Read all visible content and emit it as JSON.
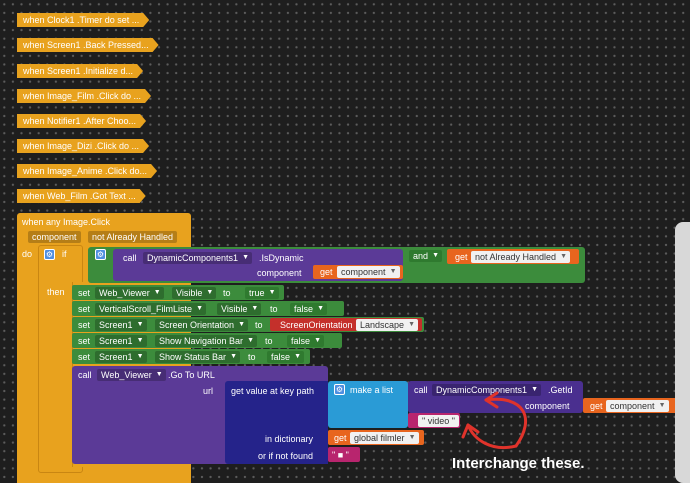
{
  "events": [
    "when  Clock1 .Timer do set ...",
    "when  Screen1 .Back Pressed...",
    "when  Screen1 .Initialize d...",
    "when  Image_Film .Click do ...",
    "when  Notifier1 .After Choo...",
    "when  Image_Dizi .Click do ...",
    "when  Image_Anime .Click do...",
    "when  Web_Film .Got Text ..."
  ],
  "any_event": {
    "title": "when any Image.Click",
    "param_component": "component",
    "param_handled": "not Already Handled",
    "do": "do",
    "if": "if",
    "then": "then"
  },
  "if_cond": {
    "call": "call",
    "component": "DynamicComponents1",
    "method": ".IsDynamic",
    "arg_label": "component",
    "get": "get",
    "get_var": "component",
    "and": "and",
    "get2": "get",
    "get2_var": "not Already Handled"
  },
  "sets": [
    {
      "set": "set",
      "comp": "Web_Viewer",
      "prop": "Visible",
      "to": "to",
      "value": "true",
      "value_type": "logic"
    },
    {
      "set": "set",
      "comp": "VerticalScroll_FilmListe",
      "prop": "Visible",
      "to": "to",
      "value": "false",
      "value_type": "logic"
    },
    {
      "set": "set",
      "comp": "Screen1",
      "prop": "Screen Orientation",
      "to": "to",
      "value_prefix": "ScreenOrientation",
      "value": "Landscape",
      "value_type": "helper"
    },
    {
      "set": "set",
      "comp": "Screen1",
      "prop": "Show Navigation Bar",
      "to": "to",
      "value": "false",
      "value_type": "logic"
    },
    {
      "set": "set",
      "comp": "Screen1",
      "prop": "Show Status Bar",
      "to": "to",
      "value": "false",
      "value_type": "logic"
    }
  ],
  "goto": {
    "call": "call",
    "component": "Web_Viewer",
    "method": ".Go To URL",
    "url_label": "url",
    "lookup": "get value at key path",
    "make_list": "make a list",
    "getid_call": "call",
    "getid_component": "DynamicComponents1",
    "getid_method": ".GetId",
    "getid_arg": "component",
    "getid_get": "get",
    "getid_get_var": "component",
    "video": "\" video \"",
    "in_dict": "in dictionary",
    "in_dict_get": "get",
    "in_dict_var": "global filmler",
    "not_found": "or if not found",
    "not_found_val": "\" ■ \""
  },
  "annotation": "Interchange these.",
  "icon_names": [
    "gear-icon",
    "dropdown-arrow-icon"
  ],
  "colors": {
    "event": "#e8a21e",
    "control": "#e8a21e",
    "component_green": "#3c8c3c",
    "method_purple": "#5b3a97",
    "call_purple": "#4a2f8f",
    "list_blue": "#2a9bd6",
    "dict_navy": "#25238a",
    "getid_purple": "#4a2f8f",
    "variable_orange": "#e8651e",
    "text_magenta": "#b8256e",
    "logic_green": "#3c8c3c",
    "helper_red": "#c4302b",
    "annotation_red": "#e0332b",
    "background": "#1e1e1e"
  }
}
